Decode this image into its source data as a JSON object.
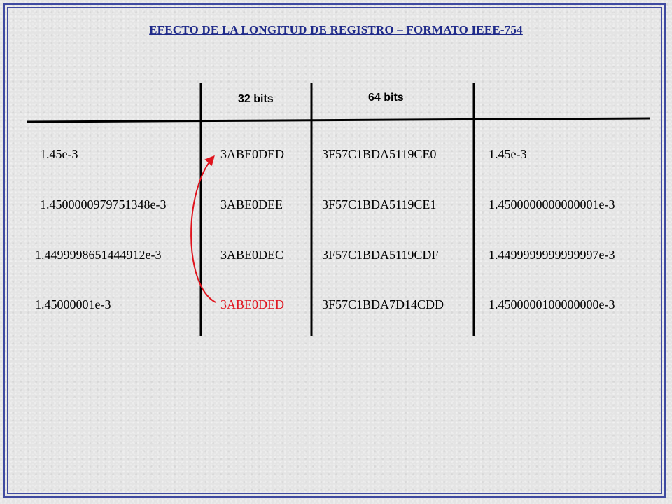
{
  "title": "EFECTO DE LA LONGITUD DE REGISTRO – FORMATO IEEE-754",
  "headers": {
    "col32": "32 bits",
    "col64": "64 bits"
  },
  "rows": [
    {
      "value": "1.45e-3",
      "hex32": "3ABE0DED",
      "hex64": "3F57C1BDA5119CE0",
      "result64": "1.45e-3"
    },
    {
      "value": "1.4500000979751348e-3",
      "hex32": "3ABE0DEE",
      "hex64": "3F57C1BDA5119CE1",
      "result64": "1.4500000000000001e-3"
    },
    {
      "value": "1.4499998651444912e-3",
      "hex32": "3ABE0DEC",
      "hex64": "3F57C1BDA5119CDF",
      "result64": "1.4499999999999997e-3"
    },
    {
      "value": "1.45000001e-3",
      "hex32": "3ABE0DED",
      "hex64": "3F57C1BDA7D14CDD",
      "result64": "1.4500000100000000e-3"
    }
  ],
  "colors": {
    "frame": "#3f4aa0",
    "title": "#1f2a8a",
    "highlight": "#e0141e"
  }
}
